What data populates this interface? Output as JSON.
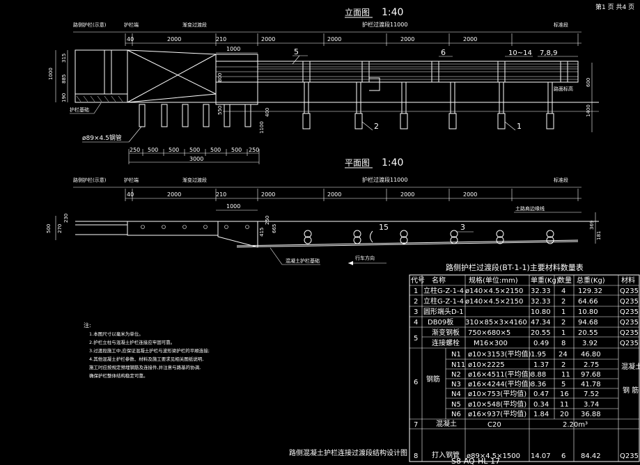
{
  "page_no": "第1 页 共4 页",
  "sheet_code": "S8-AQ-HL-17",
  "drawing_title": "路侧混凝土护栏连接过渡段结构设计图",
  "elevation": {
    "title": "立面图",
    "scale": "1:40",
    "lbl_left": "路侧护栏(示意)",
    "lbl_end": "护栏端",
    "lbl_trans_rigid": "渐变过渡段",
    "lbl_trans_guard": "护栏过渡段11000",
    "lbl_std": "标准段",
    "top_dims": [
      "40",
      "2000",
      "210",
      "2000",
      "2000",
      "2000",
      "2000"
    ],
    "sub_dim": "1000",
    "left_dims": [
      "1000",
      "315",
      "885",
      "190"
    ],
    "callouts": [
      "5",
      "6",
      "10~14",
      "7,8,9",
      "2",
      "1"
    ],
    "right_labels": [
      "路面标高",
      "600",
      "1400"
    ],
    "mid_dims": [
      "800",
      "550",
      "1100",
      "400"
    ],
    "pile": "ø89×4.5钢管",
    "lbl_base": "护栏基础",
    "bottom_dims": [
      "250",
      "500",
      "500",
      "500",
      "500",
      "500",
      "250"
    ],
    "bottom_total": "3000"
  },
  "plan": {
    "title": "平面图",
    "scale": "1:40",
    "lbl_left": "路侧护栏(示意)",
    "lbl_end": "护栏端",
    "lbl_trans_rigid": "渐变过渡段",
    "lbl_trans_guard": "护栏过渡段11000",
    "lbl_std": "标准段",
    "top_dims": [
      "40",
      "2000",
      "210",
      "2000",
      "2000",
      "2000",
      "2000"
    ],
    "sub_dim": "1000",
    "left_dims": [
      "500",
      "270",
      "230"
    ],
    "mid_dims": [
      "415",
      "250",
      "665"
    ],
    "callouts": [
      "15",
      "3"
    ],
    "right_dims": [
      "369",
      "181"
    ],
    "lbl_edge": "土路肩边缘线",
    "lbl_rigid": "混凝土护栏基础",
    "lbl_dir": "行车方向"
  },
  "notes": {
    "title": "注:",
    "lines": [
      "1.本图尺寸以毫米为单位。",
      "2.护栏立柱与混凝土护栏连接应牢固可靠。",
      "3.过渡段施工中,应保证混凝土护栏与波形梁护栏的平顺连接;",
      "4.其他混凝土护栏参数、材料及施工要求见相关图纸说明,",
      "施工时应按规定预埋钢筋及连接件,并注意与路基的协调,",
      "确保护栏整体结构稳定可靠。"
    ]
  },
  "table": {
    "title": "路侧护栏过渡段(BT-1-1)主要材料数量表",
    "headers": [
      "代号",
      "名称",
      "规格(单位:mm)",
      "单重(Kg)",
      "数量",
      "总重(Kg)",
      "材料"
    ],
    "rows": [
      {
        "code": "1",
        "name": "立柱G-Z-1-4",
        "spec": "ø140×4.5×2150",
        "unit": "32.33",
        "qty": "4",
        "total": "129.32",
        "mat": "Q235"
      },
      {
        "code": "2",
        "name": "立柱G-Z-1-4",
        "spec": "ø140×4.5×2150",
        "unit": "32.33",
        "qty": "2",
        "total": "64.66",
        "mat": "Q235"
      },
      {
        "code": "3",
        "name": "圆形端头D-1",
        "spec": "",
        "unit": "10.80",
        "qty": "1",
        "total": "10.80",
        "mat": "Q235"
      },
      {
        "code": "4",
        "name": "DB09板",
        "spec": "310×85×3×4160",
        "unit": "47.34",
        "qty": "2",
        "total": "94.68",
        "mat": "Q235"
      },
      {
        "code": "5",
        "name": "渐变钢板",
        "spec": "750×680×5",
        "unit": "20.55",
        "qty": "1",
        "total": "20.55",
        "mat": "Q235"
      },
      {
        "code": "",
        "name": "连接螺栓",
        "spec": "M16×300",
        "unit": "0.49",
        "qty": "8",
        "total": "3.92",
        "mat": "Q235"
      }
    ],
    "rebar_code": "6",
    "rebar_group": "钢筋",
    "rebar_rows": [
      {
        "name": "N1",
        "spec": "ø10×3153(平均值)",
        "unit": "1.95",
        "qty": "24",
        "total": "46.80"
      },
      {
        "name": "N11",
        "spec": "ø10×2225",
        "unit": "1.37",
        "qty": "2",
        "total": "2.75"
      },
      {
        "name": "N2",
        "spec": "ø16×4511(平均值)",
        "unit": "8.88",
        "qty": "11",
        "total": "97.68"
      },
      {
        "name": "N3",
        "spec": "ø16×4244(平均值)",
        "unit": "8.36",
        "qty": "5",
        "total": "41.78"
      },
      {
        "name": "N4",
        "spec": "ø10×753(平均值)",
        "unit": "0.47",
        "qty": "16",
        "total": "7.52"
      },
      {
        "name": "N5",
        "spec": "ø10×548(平均值)",
        "unit": "0.34",
        "qty": "11",
        "total": "3.74"
      },
      {
        "name": "N6",
        "spec": "ø16×937(平均值)",
        "unit": "1.84",
        "qty": "20",
        "total": "36.88"
      }
    ],
    "rebar_mat1": "混凝土",
    "rebar_mat2": "钢 筋",
    "row7": {
      "code": "7",
      "name": "混凝土",
      "spec": "C20",
      "total": "2.20m³"
    },
    "row8": {
      "code": "8",
      "name": "打入钢管",
      "spec": "ø89×4.5×1500",
      "unit": "14.07",
      "qty": "6",
      "total": "84.42",
      "mat": "Q235"
    }
  }
}
